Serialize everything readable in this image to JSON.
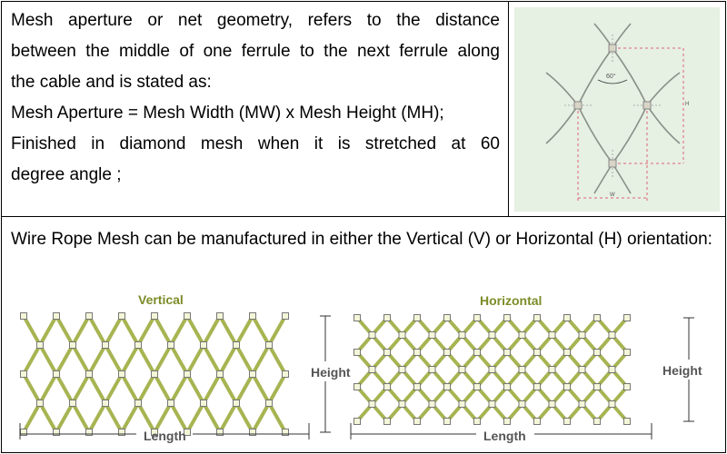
{
  "section1": {
    "lines": [
      "Mesh aperture or net geometry, refers to the distance",
      "between the middle of one ferrule to the next ferrule along",
      "the cable and is stated as:",
      "Mesh Aperture = Mesh Width (MW) x Mesh Height (MH);",
      "Finished in diamond mesh when it is stretched at 60",
      "degree angle ;"
    ]
  },
  "geometry_diagram": {
    "angle_label": "60°",
    "height_label": "H",
    "width_label": "W"
  },
  "section2": {
    "text": "Wire Rope Mesh can be manufactured in either the Vertical (V) or Horizontal (H) orientation:",
    "vertical": {
      "title": "Vertical",
      "height_label": "Height",
      "length_label": "Length"
    },
    "horizontal": {
      "title": "Horizontal",
      "height_label": "Height",
      "length_label": "Length"
    }
  },
  "colors": {
    "mesh_wire": "#a7b451",
    "ferrule": "#f4f6d8",
    "dimension_line": "#333333",
    "panel_bg": "#e6f0e3"
  }
}
